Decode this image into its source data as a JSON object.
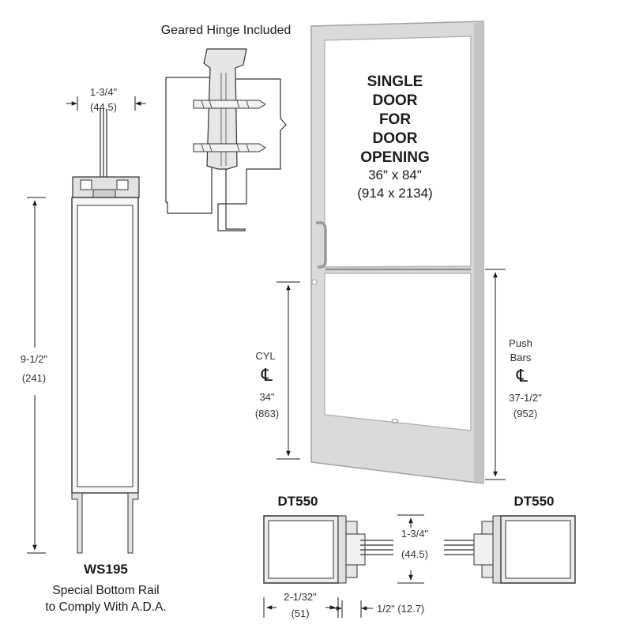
{
  "hinge": {
    "title": "Geared Hinge Included"
  },
  "door": {
    "lines": [
      "SINGLE",
      "DOOR",
      "FOR",
      "DOOR",
      "OPENING"
    ],
    "size_in": "36\" x 84\"",
    "size_mm": "(914 x 2134)",
    "cyl_label": "CYL",
    "cyl_height_in": "34\"",
    "cyl_height_mm": "(863)",
    "push_label_1": "Push",
    "push_label_2": "Bars",
    "push_height_in": "37-1/2\"",
    "push_height_mm": "(952)",
    "centerline_symbol": "℄"
  },
  "top_dim": {
    "in": "1-3/4\"",
    "mm": "(44.5)"
  },
  "rail": {
    "height_in": "9-1/2\"",
    "height_mm": "(241)",
    "model": "WS195",
    "caption_1": "Special Bottom Rail",
    "caption_2": "to Comply With A.D.A."
  },
  "stiles": {
    "left_model": "DT550",
    "right_model": "DT550",
    "thickness_in": "1-3/4\"",
    "thickness_mm": "(44.5)",
    "width_in": "2-1/32\"",
    "width_mm": "(51)",
    "gap": "1/2\" (12.7)"
  },
  "colors": {
    "frame": "#d9d9d9",
    "frame_edge": "#9a9a9a",
    "ink": "#1a1a1a"
  }
}
